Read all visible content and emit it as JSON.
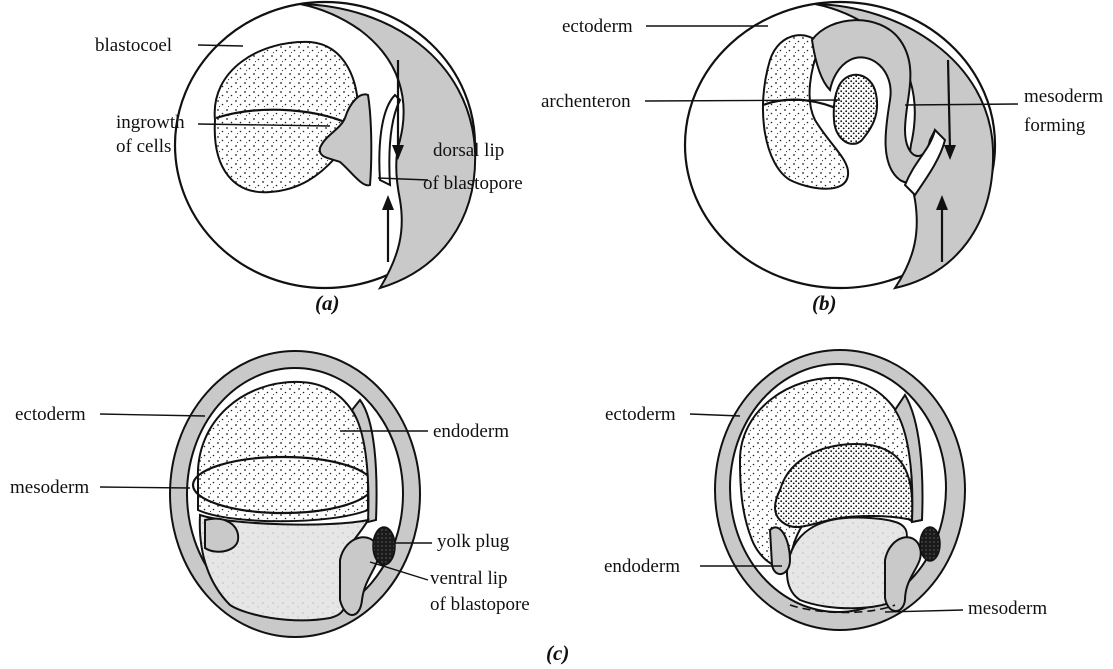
{
  "panels": {
    "a": {
      "caption": "(a)",
      "labels": {
        "blastocoel": "blastocoel",
        "ingrowth_line1": "ingrowth",
        "ingrowth_line2": "of cells",
        "dorsal_line1": "dorsal lip",
        "dorsal_line2": "of blastopore"
      }
    },
    "b": {
      "caption": "(b)",
      "labels": {
        "ectoderm": "ectoderm",
        "archenteron": "archenteron",
        "mesoderm_line1": "mesoderm",
        "mesoderm_line2": "forming"
      }
    },
    "c": {
      "caption": "(c)",
      "left": {
        "ectoderm": "ectoderm",
        "mesoderm": "mesoderm",
        "endoderm": "endoderm",
        "yolk_plug": "yolk plug",
        "ventral_line1": "ventral lip",
        "ventral_line2": "of blastopore"
      },
      "right": {
        "ectoderm": "ectoderm",
        "endoderm": "endoderm",
        "mesoderm": "mesoderm"
      }
    }
  },
  "colors": {
    "mesoderm_fill": "#c9c9c9",
    "yolk_plug": "#1a1a1a",
    "outline": "#111111"
  }
}
